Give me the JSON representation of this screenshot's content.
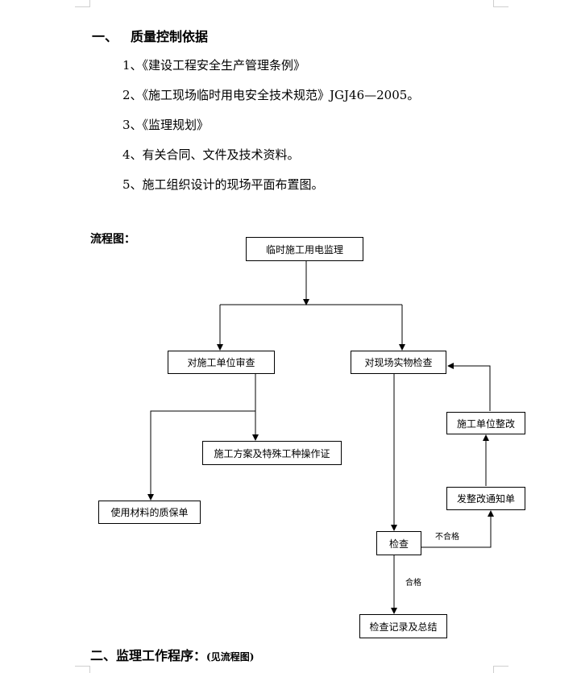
{
  "section1": {
    "number": "一、",
    "title": "质量控制依据",
    "items": [
      "1、《建设工程安全生产管理条例》",
      "2、《施工现场临时用电安全技术规范》JGJ46—2005。",
      "3、《监理规划》",
      "4、有关合同、文件及技术资料。",
      "5、施工组织设计的现场平面布置图。"
    ]
  },
  "flowchart": {
    "label": "流程图：",
    "nodes": {
      "root": "临时施工用电监理",
      "review": "对施工单位审查",
      "inspect_site": "对现场实物检查",
      "plan_cert": "施工方案及特殊工种操作证",
      "materials": "使用材料的质保单",
      "rectify_unit": "施工单位整改",
      "notice": "发整改通知单",
      "check": "检查",
      "record": "检查记录及总结"
    },
    "edge_labels": {
      "fail": "不合格",
      "pass": "合格"
    }
  },
  "section2": {
    "title": "二、监理工作程序：",
    "note": "(见流程图)"
  }
}
